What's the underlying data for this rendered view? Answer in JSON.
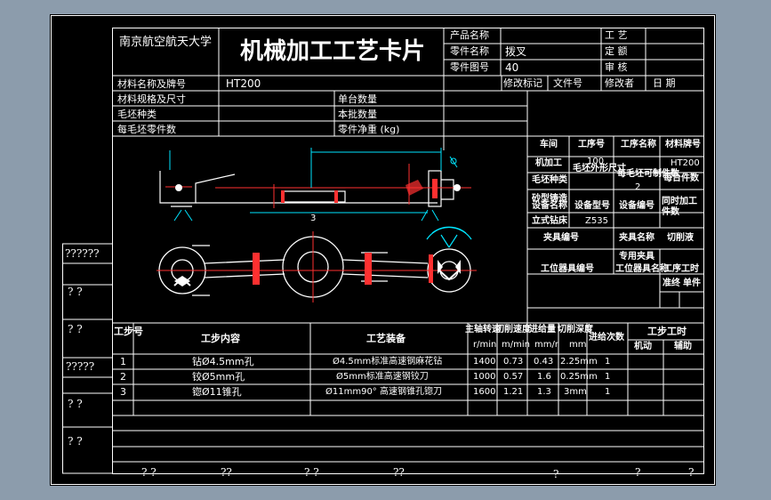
{
  "header": {
    "university": "南京航空航天大学",
    "card_title": "机械加工工艺卡片",
    "product_name_label": "产品名称",
    "part_name_label": "零件名称",
    "part_name": "拨叉",
    "part_no_label": "零件图号",
    "part_no": "40",
    "process_label": "工 艺",
    "fix_label": "定 额",
    "review_label": "审 核",
    "revision_mark_label": "修改标记",
    "document_no_label": "文件号",
    "modifier_label": "修改者",
    "date_label": "日 期"
  },
  "info_rows": {
    "material_label": "材料名称及牌号",
    "material": "HT200",
    "spec_label": "材料规格及尺寸",
    "unit_qty_label": "单台数量",
    "blank_type_label": "毛坯种类",
    "batch_qty_label": "本批数量",
    "blank_parts_label": "每毛坯零件数",
    "net_weight_label": "零件净重 (kg)"
  },
  "side_labels": [
    "??????",
    "?  ?",
    "?  ?",
    "?????",
    "?  ?",
    "?  ?"
  ],
  "right_table": {
    "headers": [
      "车间",
      "工序号",
      "工序名称",
      "材料牌号"
    ],
    "values": [
      "机加工",
      "100",
      "毛坯外形尺寸",
      "HT200"
    ],
    "r2": [
      "毛坯种类",
      "每毛坯可制件数",
      "每台件数"
    ],
    "r2_val": "2",
    "r3_label": "砂型铸造",
    "r4": [
      "设备名称",
      "设备型号",
      "设备编号",
      "同时加工件数"
    ],
    "r5": [
      "立式钻床",
      "Z535"
    ],
    "r6": [
      "夹具编号",
      "夹具名称",
      "切削液"
    ],
    "r6_val": "专用夹具",
    "r7": [
      "工位器具编号",
      "工位器具名称",
      "工序工时"
    ],
    "r7_sub": [
      "准终",
      "单件"
    ]
  },
  "drawing": {
    "dim_label": "3"
  },
  "steps_table": {
    "headers": {
      "step_no": "工步号",
      "content": "工步内容",
      "equipment": "工艺装备",
      "spindle": "主轴转速",
      "spindle_unit": "r/min",
      "speed": "切削速度",
      "speed_unit": "m/min",
      "feed": "进给量",
      "feed_unit": "mm/r",
      "depth": "切削深度",
      "depth_unit": "mm",
      "passes": "进给次数",
      "time": "工步工时",
      "time_machine": "机动",
      "time_aux": "辅助"
    },
    "rows": [
      {
        "no": "1",
        "content": "钻Ø4.5mm孔",
        "equipment": "Ø4.5mm标准高速钢麻花钻",
        "spindle": "1400",
        "speed": "0.73",
        "feed": "0.43",
        "depth": "2.25mm",
        "passes": "1"
      },
      {
        "no": "2",
        "content": "铰Ø5mm孔",
        "equipment": "Ø5mm标准高速钢铰刀",
        "spindle": "1000",
        "speed": "0.57",
        "feed": "1.6",
        "depth": "0.25mm",
        "passes": "1"
      },
      {
        "no": "3",
        "content": "锪Ø11锥孔",
        "equipment": "Ø11mm90° 高速钢锥孔锪刀",
        "spindle": "1600",
        "speed": "1.21",
        "feed": "1.3",
        "depth": "3mm",
        "passes": "1"
      }
    ]
  },
  "footer_labels": [
    "? ?",
    "??",
    "? ?",
    "??",
    "?",
    "?",
    "?"
  ]
}
